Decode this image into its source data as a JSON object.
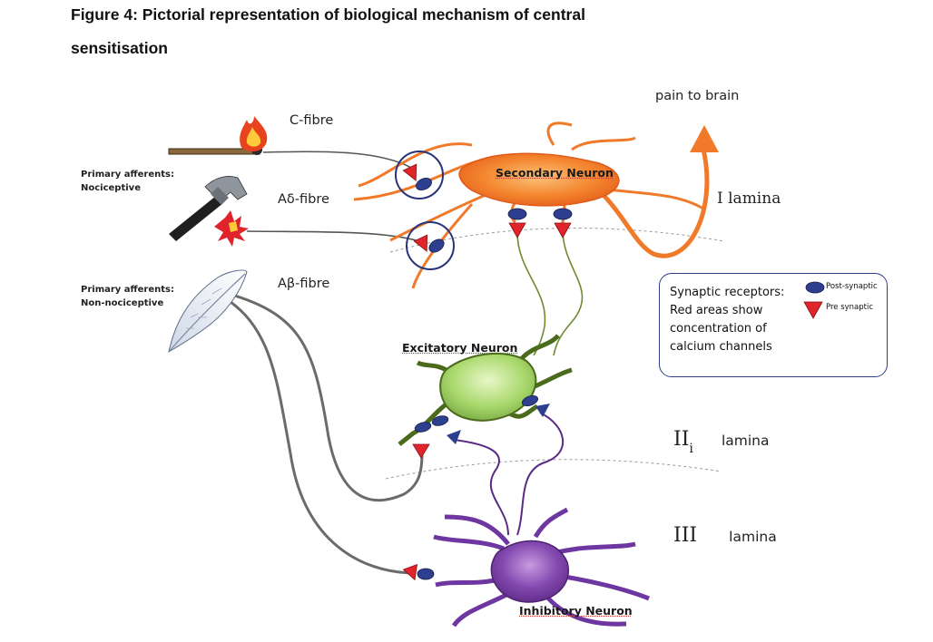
{
  "title": {
    "line1": "Figure 4: Pictorial representation of biological mechanism of central",
    "line2": "sensitisation"
  },
  "labels": {
    "pain_to_brain": "pain to brain",
    "c_fibre": "C-fibre",
    "a_delta_fibre": "Aδ-fibre",
    "a_beta_fibre": "Aβ-fibre",
    "primary_nociceptive_line1": "Primary afferents:",
    "primary_nociceptive_line2": "Nociceptive",
    "primary_non_nociceptive_line1": "Primary afferents:",
    "primary_non_nociceptive_line2": "Non-nociceptive",
    "secondary_neuron": "Secondary Neuron",
    "excitatory_neuron": "Excitatory Neuron",
    "inhibitory_neuron": "Inhibitory Neuron",
    "lamina_I": "I lamina",
    "lamina_IIi_numeral": "II",
    "lamina_IIi_subscript": "i",
    "lamina_IIi_word": "lamina",
    "lamina_III_numeral": "III",
    "lamina_III_word": "lamina"
  },
  "legend": {
    "text": [
      "Synaptic receptors:",
      "Red areas show",
      "concentration of",
      "calcium channels"
    ],
    "post_synaptic": "Post-synaptic",
    "pre_synaptic": "Pre synaptic"
  },
  "icons": [
    "burning-match-icon",
    "hammer-icon",
    "feather-icon"
  ],
  "colors": {
    "secondary_neuron": "#f07a2a",
    "excitatory_neuron": "#a8d66a",
    "inhibitory_neuron": "#7b3fa6",
    "pre_synaptic": "#e0242b",
    "post_synaptic": "#2f3f8f",
    "circle": "#27347a"
  }
}
